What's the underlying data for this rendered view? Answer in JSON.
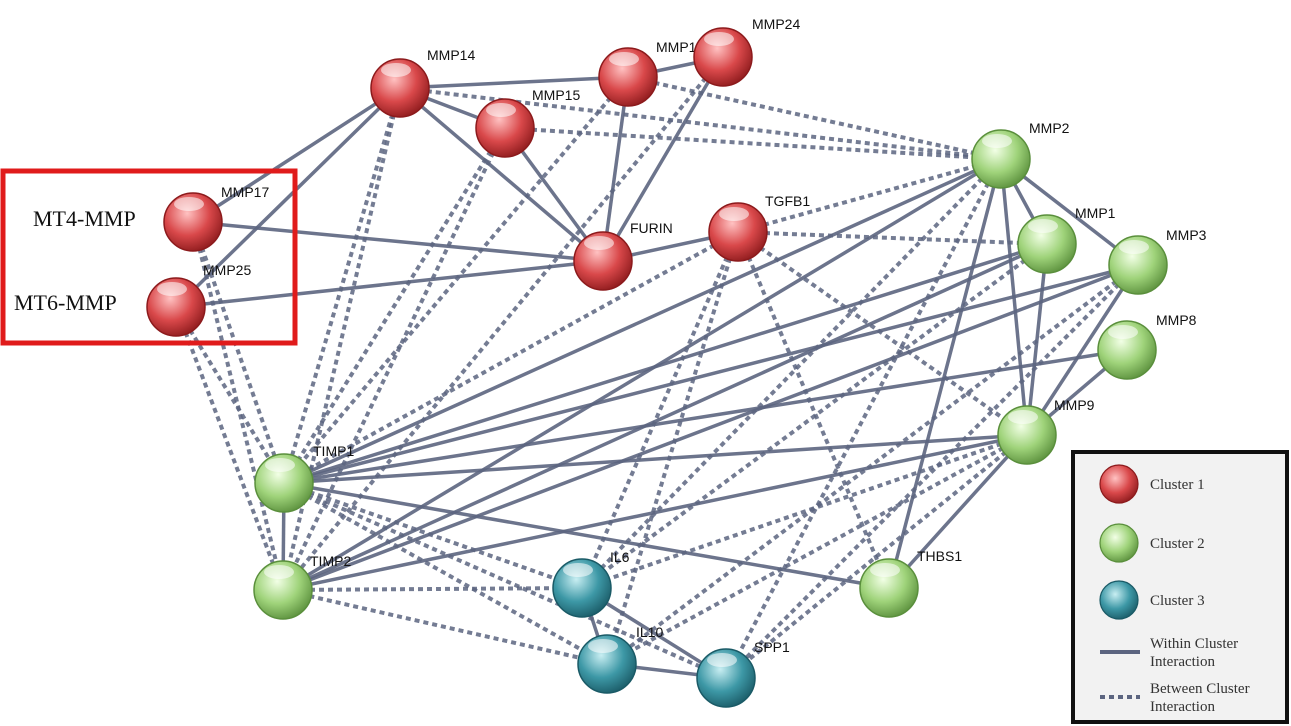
{
  "clusters": {
    "c1": {
      "label": "Cluster 1",
      "color": "#d9484a",
      "light": "#ffc2c2",
      "dark": "#8c1a1c"
    },
    "c2": {
      "label": "Cluster 2",
      "color": "#9fd37a",
      "light": "#f2ffe6",
      "dark": "#5a8f3c"
    },
    "c3": {
      "label": "Cluster 3",
      "color": "#3d98a6",
      "light": "#c8eef2",
      "dark": "#1a5a66"
    }
  },
  "nodes": [
    {
      "id": "MMP14",
      "label": "MMP14",
      "cluster": "c1"
    },
    {
      "id": "MMP15",
      "label": "MMP15",
      "cluster": "c1"
    },
    {
      "id": "MMP16",
      "label": "MMP16",
      "cluster": "c1"
    },
    {
      "id": "MMP24",
      "label": "MMP24",
      "cluster": "c1"
    },
    {
      "id": "MMP17",
      "label": "MMP17",
      "cluster": "c1"
    },
    {
      "id": "MMP25",
      "label": "MMP25",
      "cluster": "c1"
    },
    {
      "id": "FURIN",
      "label": "FURIN",
      "cluster": "c1"
    },
    {
      "id": "TGFB1",
      "label": "TGFB1",
      "cluster": "c1"
    },
    {
      "id": "MMP2",
      "label": "MMP2",
      "cluster": "c2"
    },
    {
      "id": "MMP1",
      "label": "MMP1",
      "cluster": "c2"
    },
    {
      "id": "MMP3",
      "label": "MMP3",
      "cluster": "c2"
    },
    {
      "id": "MMP8",
      "label": "MMP8",
      "cluster": "c2"
    },
    {
      "id": "MMP9",
      "label": "MMP9",
      "cluster": "c2"
    },
    {
      "id": "TIMP1",
      "label": "TIMP1",
      "cluster": "c2"
    },
    {
      "id": "TIMP2",
      "label": "TIMP2",
      "cluster": "c2"
    },
    {
      "id": "THBS1",
      "label": "THBS1",
      "cluster": "c2"
    },
    {
      "id": "IL6",
      "label": "IL6",
      "cluster": "c3"
    },
    {
      "id": "IL10",
      "label": "IL10",
      "cluster": "c3"
    },
    {
      "id": "SPP1",
      "label": "SPP1",
      "cluster": "c3"
    }
  ],
  "edges_within": [
    [
      "MMP14",
      "MMP16"
    ],
    [
      "MMP14",
      "MMP15"
    ],
    [
      "MMP14",
      "FURIN"
    ],
    [
      "MMP14",
      "MMP17"
    ],
    [
      "MMP14",
      "MMP25"
    ],
    [
      "MMP16",
      "MMP24"
    ],
    [
      "MMP15",
      "FURIN"
    ],
    [
      "MMP16",
      "FURIN"
    ],
    [
      "MMP24",
      "FURIN"
    ],
    [
      "MMP17",
      "FURIN"
    ],
    [
      "MMP25",
      "FURIN"
    ],
    [
      "FURIN",
      "TGFB1"
    ],
    [
      "MMP2",
      "MMP1"
    ],
    [
      "MMP2",
      "MMP3"
    ],
    [
      "MMP2",
      "MMP9"
    ],
    [
      "MMP2",
      "TIMP1"
    ],
    [
      "MMP2",
      "TIMP2"
    ],
    [
      "MMP2",
      "THBS1"
    ],
    [
      "MMP1",
      "MMP9"
    ],
    [
      "MMP1",
      "TIMP1"
    ],
    [
      "MMP1",
      "TIMP2"
    ],
    [
      "MMP3",
      "MMP9"
    ],
    [
      "MMP3",
      "TIMP1"
    ],
    [
      "MMP3",
      "TIMP2"
    ],
    [
      "MMP8",
      "TIMP1"
    ],
    [
      "MMP8",
      "MMP9"
    ],
    [
      "MMP9",
      "TIMP1"
    ],
    [
      "MMP9",
      "TIMP2"
    ],
    [
      "MMP9",
      "THBS1"
    ],
    [
      "TIMP1",
      "TIMP2"
    ],
    [
      "TIMP1",
      "THBS1"
    ],
    [
      "IL6",
      "IL10"
    ],
    [
      "IL6",
      "SPP1"
    ],
    [
      "IL10",
      "SPP1"
    ]
  ],
  "edges_between": [
    [
      "MMP14",
      "MMP2"
    ],
    [
      "MMP15",
      "MMP2"
    ],
    [
      "MMP16",
      "MMP2"
    ],
    [
      "MMP14",
      "TIMP1"
    ],
    [
      "MMP14",
      "TIMP2"
    ],
    [
      "MMP15",
      "TIMP1"
    ],
    [
      "MMP15",
      "TIMP2"
    ],
    [
      "MMP24",
      "TIMP2"
    ],
    [
      "MMP16",
      "TIMP1"
    ],
    [
      "MMP17",
      "TIMP1"
    ],
    [
      "MMP17",
      "TIMP2"
    ],
    [
      "MMP25",
      "TIMP1"
    ],
    [
      "MMP25",
      "TIMP2"
    ],
    [
      "TGFB1",
      "MMP2"
    ],
    [
      "TGFB1",
      "MMP1"
    ],
    [
      "TGFB1",
      "MMP9"
    ],
    [
      "TGFB1",
      "TIMP1"
    ],
    [
      "TGFB1",
      "IL6"
    ],
    [
      "TGFB1",
      "IL10"
    ],
    [
      "TGFB1",
      "THBS1"
    ],
    [
      "MMP2",
      "IL6"
    ],
    [
      "MMP2",
      "SPP1"
    ],
    [
      "MMP1",
      "IL6"
    ],
    [
      "MMP3",
      "IL10"
    ],
    [
      "MMP3",
      "SPP1"
    ],
    [
      "MMP9",
      "IL6"
    ],
    [
      "MMP9",
      "IL10"
    ],
    [
      "MMP9",
      "SPP1"
    ],
    [
      "TIMP1",
      "IL6"
    ],
    [
      "TIMP1",
      "IL10"
    ],
    [
      "TIMP1",
      "SPP1"
    ],
    [
      "TIMP2",
      "IL6"
    ],
    [
      "TIMP2",
      "IL10"
    ]
  ],
  "callouts": {
    "mt4": "MT4-MMP",
    "mt6": "MT6-MMP"
  },
  "callout_color": "#e01b1b",
  "legend": {
    "c1": "Cluster 1",
    "c2": "Cluster 2",
    "c3": "Cluster 3",
    "within_1": "Within Cluster",
    "within_2": "Interaction",
    "between_1": "Between Cluster",
    "between_2": "Interaction"
  },
  "edge_color": "#5c6580"
}
